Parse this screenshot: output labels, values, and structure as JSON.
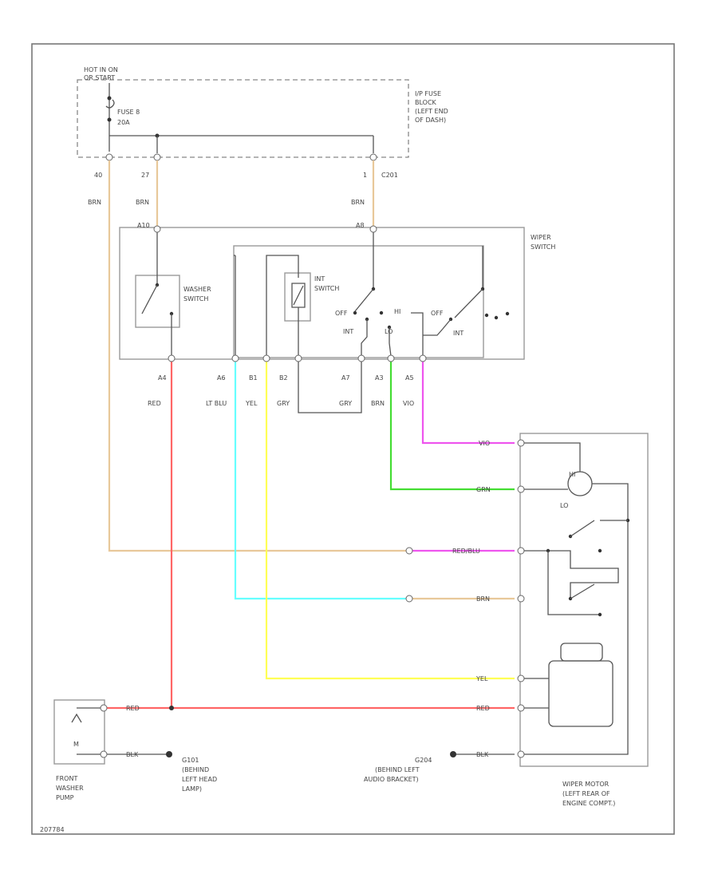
{
  "colors": {
    "tan": "#e8c89a",
    "red": "#ff6666",
    "cyan": "#66ffff",
    "yellow": "#ffff55",
    "green": "#44dd33",
    "magenta": "#ee55ee",
    "black": "#444444"
  },
  "fuse_block": {
    "hot_label_1": "HOT IN ON",
    "hot_label_2": "OR START",
    "fuse_label_1": "FUSE 8",
    "fuse_label_2": "20A",
    "block_label_1": "I/P FUSE",
    "block_label_2": "BLOCK",
    "block_label_3": "(LEFT END",
    "block_label_4": "OF DASH)",
    "pins": [
      "40",
      "27",
      "1"
    ],
    "connector": "C201"
  },
  "wire_colors_top": [
    "BRN",
    "BRN",
    "BRN"
  ],
  "wiper_switch": {
    "label_1": "WIPER",
    "label_2": "SWITCH",
    "top_pins": [
      "A10",
      "A8"
    ],
    "washer_label_1": "WASHER",
    "washer_label_2": "SWITCH",
    "int_label_1": "INT",
    "int_label_2": "SWITCH",
    "contacts": [
      "OFF",
      "INT",
      "HI",
      "LO",
      "OFF",
      "INT"
    ],
    "bottom_pins": [
      "A4",
      "A6",
      "B1",
      "B2",
      "A7",
      "A3",
      "A5"
    ],
    "bottom_wires": [
      "RED",
      "LT BLU",
      "YEL",
      "GRY",
      "GRY",
      "BRN",
      "VIO"
    ]
  },
  "motor": {
    "label_1": "WIPER MOTOR",
    "label_2": "(LEFT REAR OF",
    "label_3": "ENGINE COMPT.)",
    "lo_label": "LO",
    "hi_label": "HI",
    "wires": [
      "VIO",
      "GRN",
      "RED/BLU",
      "BRN",
      "YEL",
      "RED",
      "BLK"
    ]
  },
  "washer_pump": {
    "label_1": "FRONT",
    "label_2": "WASHER",
    "label_3": "PUMP",
    "symbol": "M",
    "wires": [
      "RED",
      "BLK"
    ]
  },
  "grounds": {
    "g101_id": "G101",
    "g101_1": "(BEHIND",
    "g101_2": "LEFT HEAD",
    "g101_3": "LAMP)",
    "g204_id": "G204",
    "g204_1": "(BEHIND LEFT",
    "g204_2": "AUDIO BRACKET)"
  },
  "footer_code": "207784"
}
